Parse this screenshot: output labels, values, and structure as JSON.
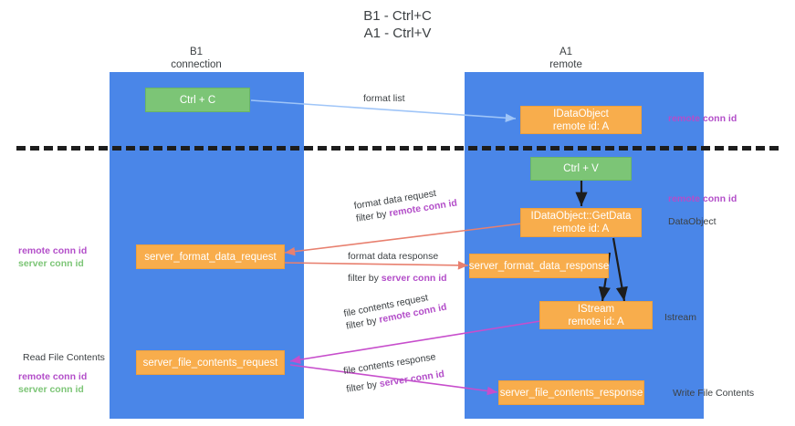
{
  "title": {
    "line1": "B1 - Ctrl+C",
    "line2": "A1 - Ctrl+V"
  },
  "columns": [
    {
      "name": "B1",
      "role": "connection"
    },
    {
      "name": "A1",
      "role": "remote"
    }
  ],
  "nodes": {
    "ctrl_c": {
      "label": "Ctrl + C"
    },
    "idataobject": {
      "line1": "IDataObject",
      "line2": "remote id: A"
    },
    "ctrl_v": {
      "label": "Ctrl + V"
    },
    "getdata": {
      "line1": "IDataObject::GetData",
      "line2": "remote id: A"
    },
    "server_format_data_request": {
      "label": "server_format_data_request"
    },
    "server_format_data_response": {
      "label": "server_format_data_response"
    },
    "istream": {
      "line1": "IStream",
      "line2": "remote id: A"
    },
    "server_file_contents_request": {
      "label": "server_file_contents_request"
    },
    "server_file_contents_response": {
      "label": "server_file_contents_response"
    }
  },
  "edges": {
    "format_list": {
      "label": "format list"
    },
    "format_data_request": {
      "line1": "format data request",
      "line2_prefix": "filter by ",
      "line2_key": "remote conn id"
    },
    "format_data_response": {
      "line1": "format data response",
      "line2_prefix": "filter by ",
      "line2_key": "server conn id"
    },
    "file_contents_request": {
      "line1": "file contents request",
      "line2_prefix": "filter by ",
      "line2_key": "remote conn id"
    },
    "file_contents_response": {
      "line1": "file contents response",
      "line2_prefix": "filter by ",
      "line2_key": "server conn id"
    }
  },
  "annotations": {
    "right_remote_conn_top": "remote conn id",
    "right_remote_conn_mid": "remote conn id",
    "right_dataobject": "DataObject",
    "right_istream": "Istream",
    "right_write_file_contents": "Write File Contents",
    "left_remote_conn_id": "remote conn id",
    "left_server_conn_id": "server conn id",
    "left_read_file_contents": "Read File Contents",
    "left_remote_conn_id_2": "remote conn id",
    "left_server_conn_id_2": "server conn id"
  },
  "colors": {
    "lane": "#4a86e8",
    "node_green": "#7cc576",
    "node_orange": "#f8ad4c",
    "keyword_purple": "#b34ec9",
    "keyword_green": "#7cc576",
    "arrow_blue": "#9fc5f8",
    "arrow_red": "#e8806f",
    "arrow_magenta": "#c74ecc",
    "arrow_black": "#1d1d1d"
  }
}
